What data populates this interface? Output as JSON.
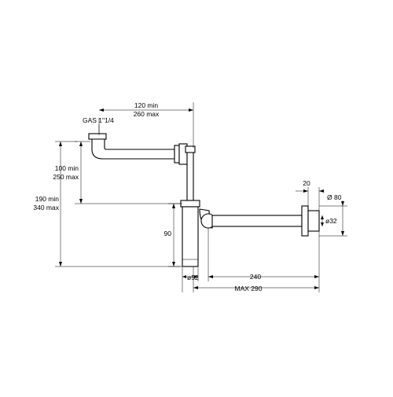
{
  "dimensions": {
    "horizontal_offset": {
      "min": "120 min",
      "max": "260 max"
    },
    "thread": "GAS 1\"1/4",
    "inlet_height": {
      "min": "100 min",
      "max": "250 max"
    },
    "total_height": {
      "min": "190 min",
      "max": "340 max"
    },
    "body_height": "90",
    "body_diameter": "ø52",
    "outlet_length": "240",
    "max_length": "MAX 290",
    "rosette_depth": "20",
    "rosette_diameter": "Ø 80",
    "pipe_diameter": "ø32"
  }
}
